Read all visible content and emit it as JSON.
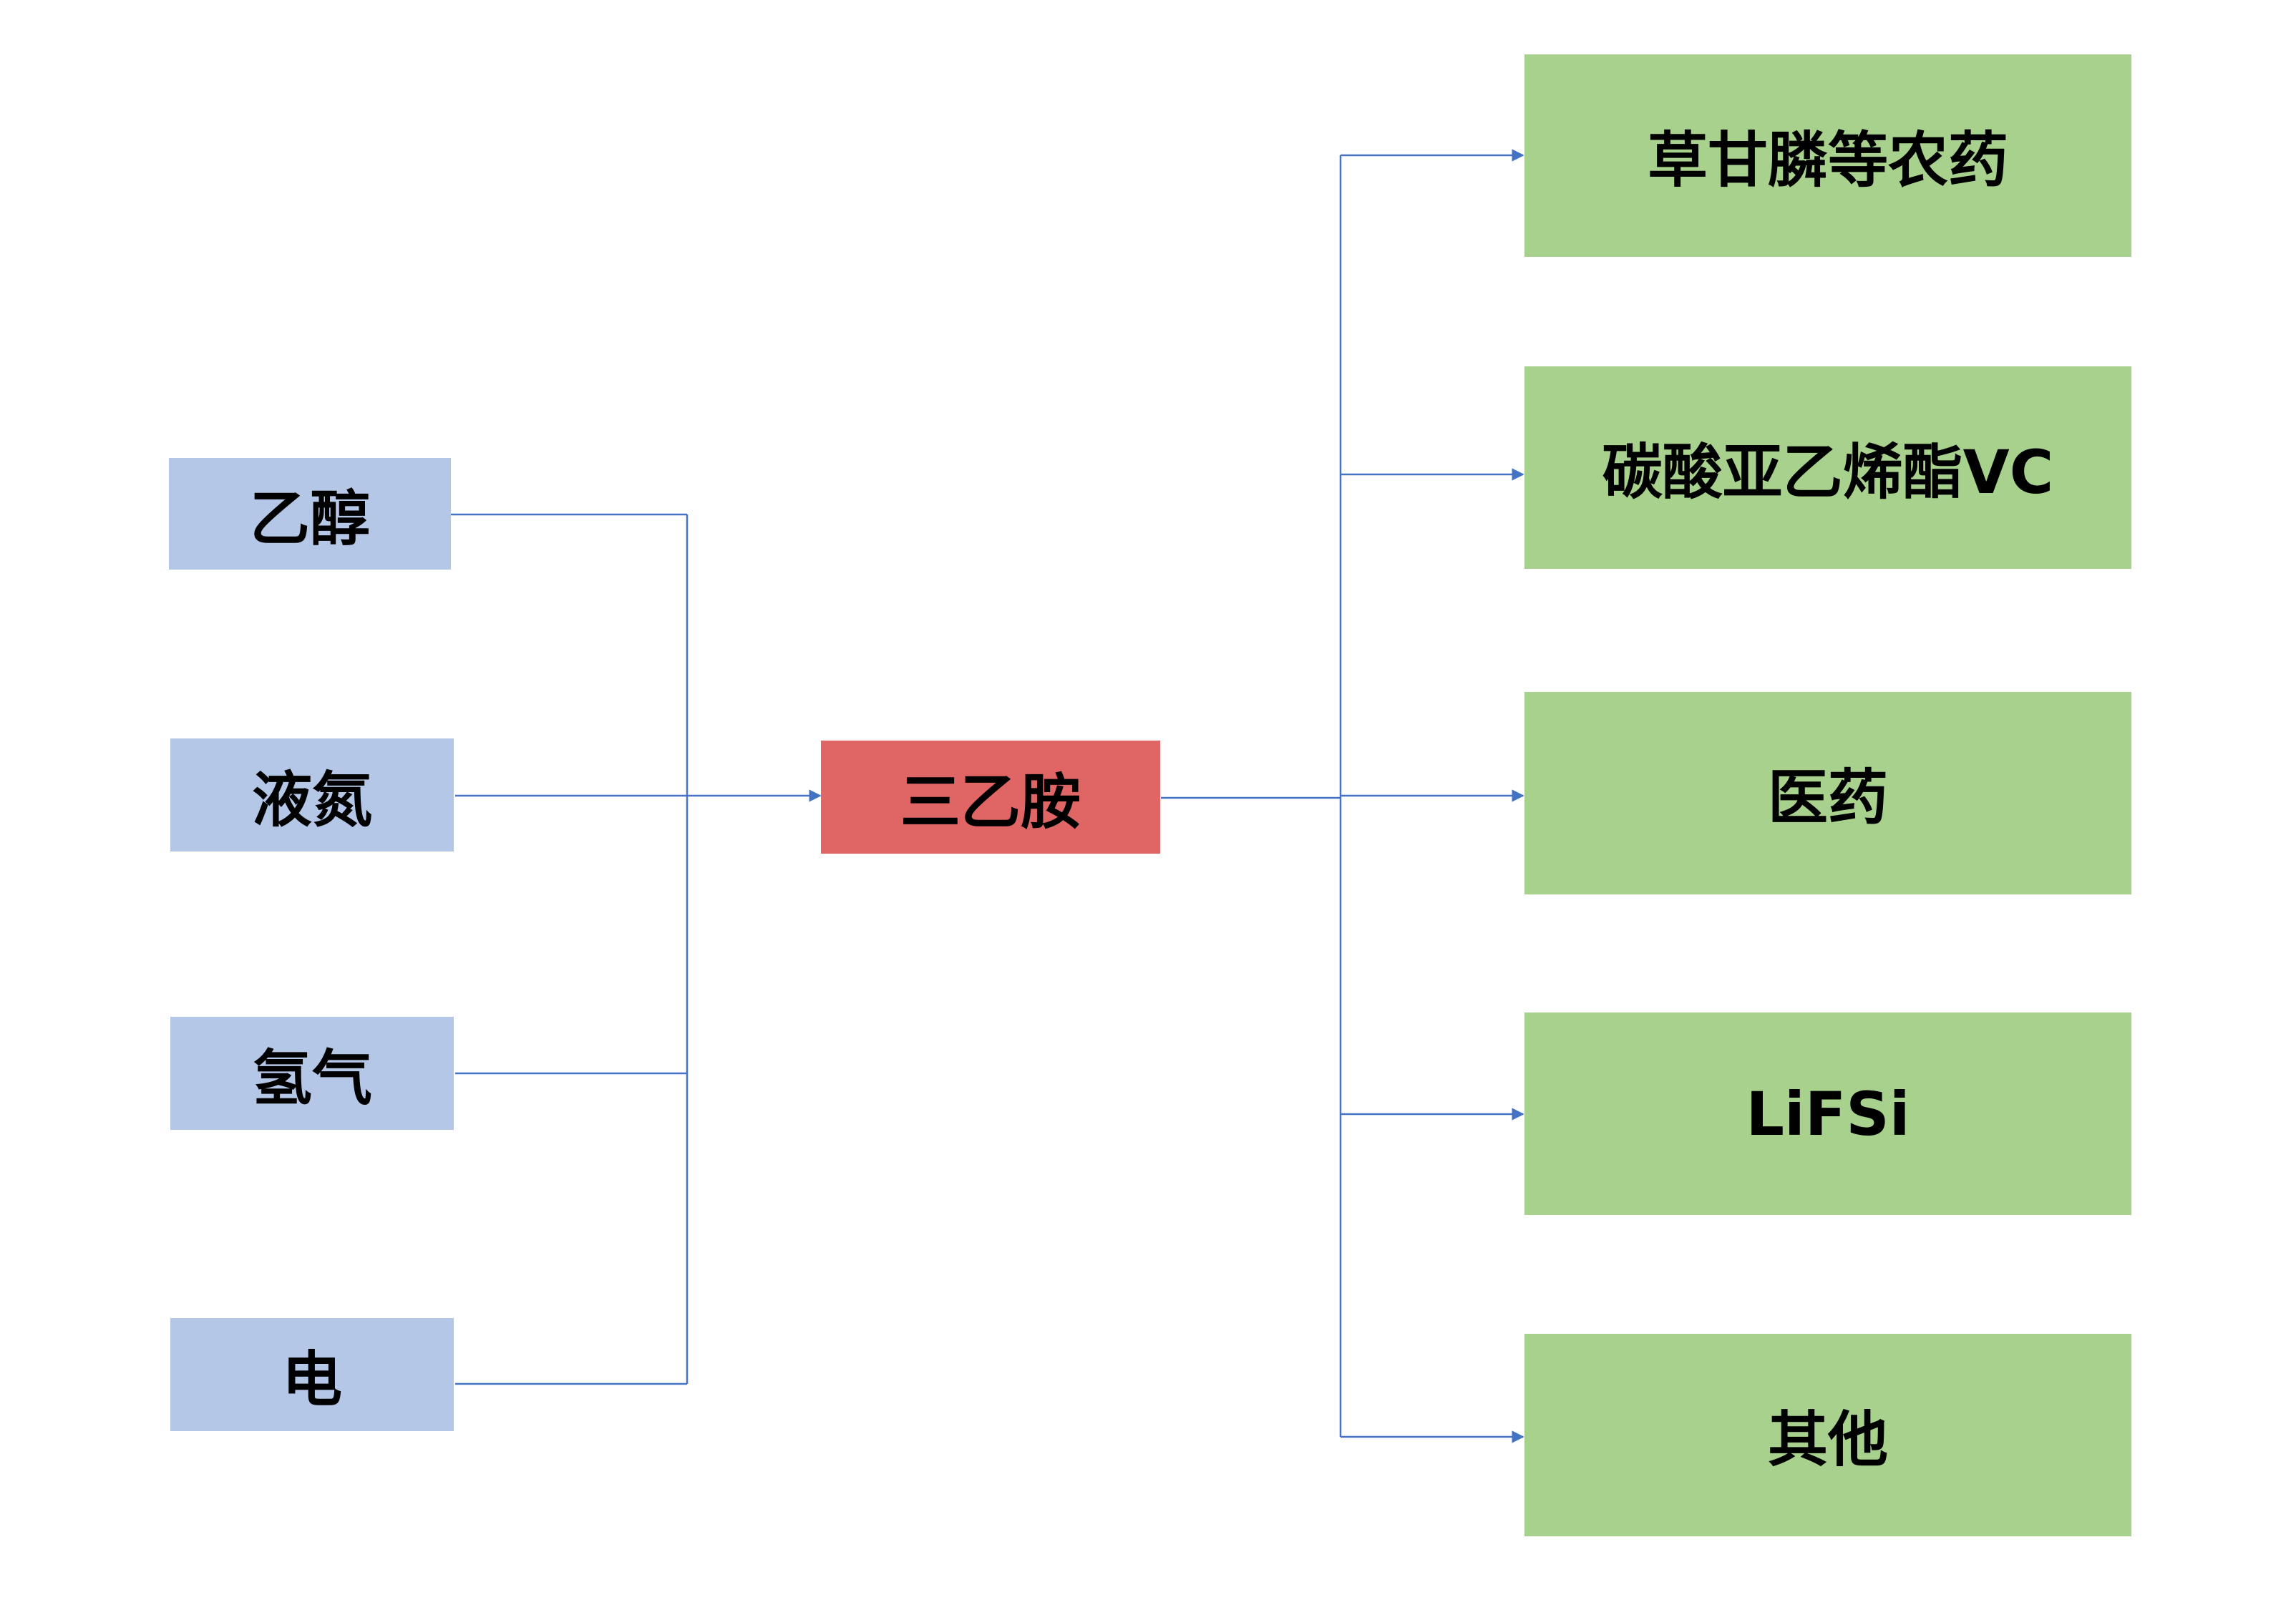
{
  "colors": {
    "input_fill": "#b4c7e7",
    "center_fill": "#e06666",
    "output_fill": "#a9d18e",
    "connector": "#4472c4"
  },
  "diagram": {
    "inputs": [
      {
        "label": "乙醇"
      },
      {
        "label": "液氮"
      },
      {
        "label": "氢气"
      },
      {
        "label": "电"
      }
    ],
    "center": {
      "label": "三乙胺"
    },
    "outputs": [
      {
        "label": "草甘膦等农药"
      },
      {
        "label": "碳酸亚乙烯酯VC"
      },
      {
        "label": "医药"
      },
      {
        "label": "LiFSi"
      },
      {
        "label": "其他"
      }
    ]
  }
}
